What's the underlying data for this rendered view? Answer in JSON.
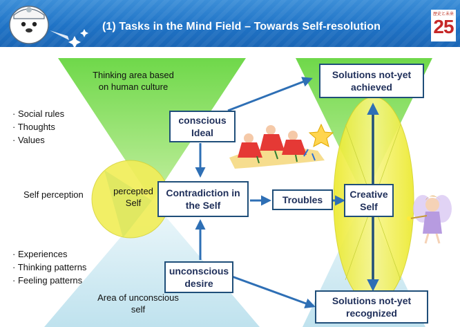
{
  "header": {
    "title": "(1) Tasks in the Mind Field – Towards Self-resolution",
    "badge_number": "25",
    "badge_small_text": "歴史と未来"
  },
  "left": {
    "thinking_area": "Thinking area based on human culture",
    "culture_items": [
      "· Social rules",
      "· Thoughts",
      "· Values"
    ],
    "self_perception": "Self perception",
    "perceptual_self": "percepted Self",
    "experience_items": [
      "· Experiences",
      "· Thinking patterns",
      "· Feeling patterns"
    ],
    "unconscious_area": "Area of unconscious self"
  },
  "boxes": {
    "conscious_ideal": "conscious Ideal",
    "contradiction": "Contradiction in the Self",
    "unconscious_desire": "unconscious desire",
    "troubles": "Troubles",
    "creative_self": "Creative Self",
    "solutions_achieved": "Solutions not-yet achieved",
    "solutions_recognized": "Solutions not-yet recognized"
  },
  "colors": {
    "header": "#1f73c6",
    "green_area": "#7ed957",
    "blue_area": "#d6eef5",
    "yellow": "#f4f05a",
    "arrow": "#2e6fb5",
    "box_border": "#1f4e79"
  },
  "icons": [
    "mascot-icon",
    "sparkle-icon",
    "dancers-illustration",
    "fairy-illustration"
  ]
}
